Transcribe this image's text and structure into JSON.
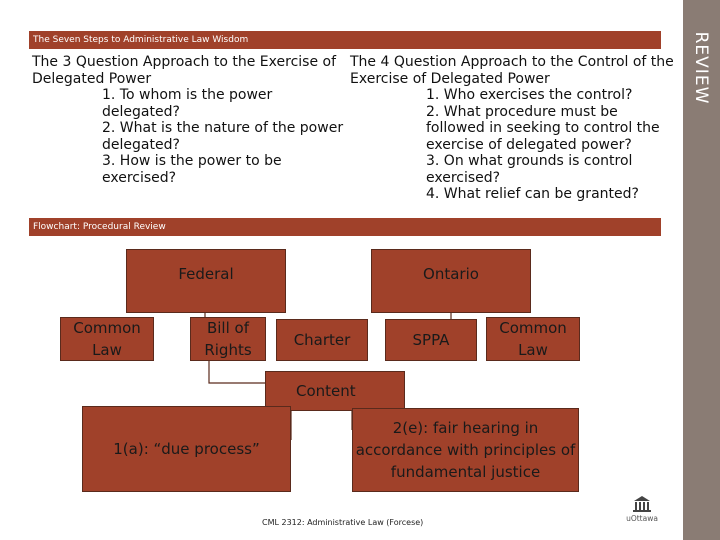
{
  "slide": {
    "top_header": "The Seven Steps to Administrative Law Wisdom",
    "side_label": "REVIEW",
    "left_column": {
      "intro": [
        "The 3 Question Approach to the Exercise of",
        "Delegated Power"
      ],
      "items": [
        "1. To whom is the power",
        "delegated?",
        "2. What is the nature of the power",
        "delegated?",
        "3. How is the power to be",
        "exercised?"
      ]
    },
    "right_column": {
      "intro": [
        "The 4 Question Approach to the Control of the",
        "Exercise of Delegated Power"
      ],
      "items": [
        "1. Who exercises the control?",
        "2. What procedure must be",
        "followed in seeking to control the",
        "exercise of delegated power?",
        "3. On what grounds is control",
        "exercised?",
        "4. What relief can be granted?"
      ]
    },
    "flowchart_header": "Flowchart: Procedural Review",
    "flowchart": {
      "federal": "Federal",
      "ontario": "Ontario",
      "common_law_fed": [
        "Common",
        "Law"
      ],
      "bill_of_rights": [
        "Bill of",
        "Rights"
      ],
      "charter": "Charter",
      "sppa": "SPPA",
      "common_law_ont": [
        "Common",
        "Law"
      ],
      "content": "Content",
      "due_process": "1(a): “due process”",
      "fair_hearing": [
        "2(e): fair hearing in",
        "accordance with principles of",
        "fundamental justice"
      ]
    },
    "footer": "CML 2312: Administrative Law (Forcese)",
    "logo_text": "uOttawa",
    "colors": {
      "accent": "#a0412a",
      "side_strip": "#8a7c74"
    }
  }
}
